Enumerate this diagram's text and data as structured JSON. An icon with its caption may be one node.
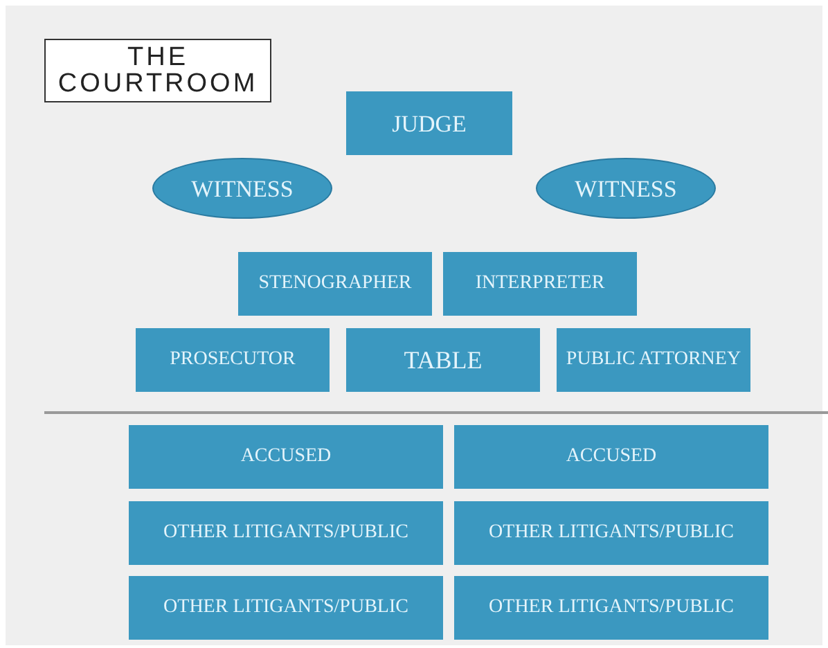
{
  "diagram": {
    "title": "THE COURTROOM",
    "nodes": [
      {
        "text": [
          "JUDGE"
        ]
      },
      {
        "text": [
          "WITNESS"
        ]
      },
      {
        "text": [
          "WITNESS"
        ]
      },
      {
        "text": [
          "STENOGRAPHER"
        ]
      },
      {
        "text": [
          "INTERPRETER"
        ]
      },
      {
        "text": [
          "PROSECUTOR"
        ]
      },
      {
        "text": [
          "TABLE"
        ]
      },
      {
        "text": [
          "PUBLIC ATTORNEY"
        ]
      },
      {
        "text": [
          "ACCUSED"
        ]
      },
      {
        "text": [
          "ACCUSED"
        ]
      },
      {
        "text": [
          "OTHER LITIGANTS/PUBLIC"
        ]
      },
      {
        "text": [
          "OTHER LITIGANTS/PUBLIC"
        ]
      },
      {
        "text": [
          "OTHER LITIGANTS/PUBLIC"
        ]
      },
      {
        "text": [
          "OTHER LITIGANTS/PUBLIC"
        ]
      }
    ],
    "edges": []
  }
}
